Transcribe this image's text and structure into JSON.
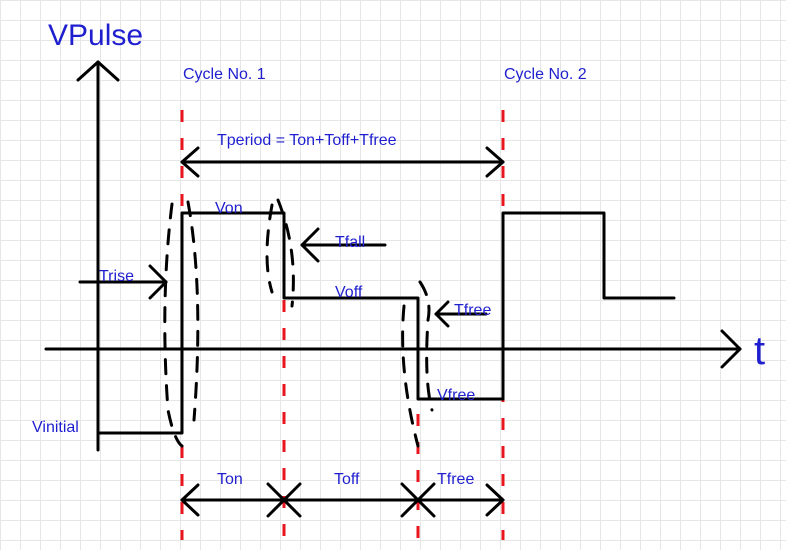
{
  "labels": {
    "y_axis": "VPulse",
    "x_axis": "t",
    "cycle1": "Cycle No. 1",
    "cycle2": "Cycle No. 2",
    "tperiod": "Tperiod = Ton+Toff+Tfree",
    "von": "Von",
    "tfall": "Tfall",
    "trise": "Trise",
    "voff": "Voff",
    "tfree_arrow": "Tfree",
    "vfree": "Vfree",
    "vinitial": "Vinitial",
    "ton": "Ton",
    "toff": "Toff",
    "tfree_span": "Tfree"
  },
  "colors": {
    "label": "#1f1fd0",
    "stroke": "#000000",
    "marker": "#e8141e",
    "grid": "#e6e6e6"
  }
}
